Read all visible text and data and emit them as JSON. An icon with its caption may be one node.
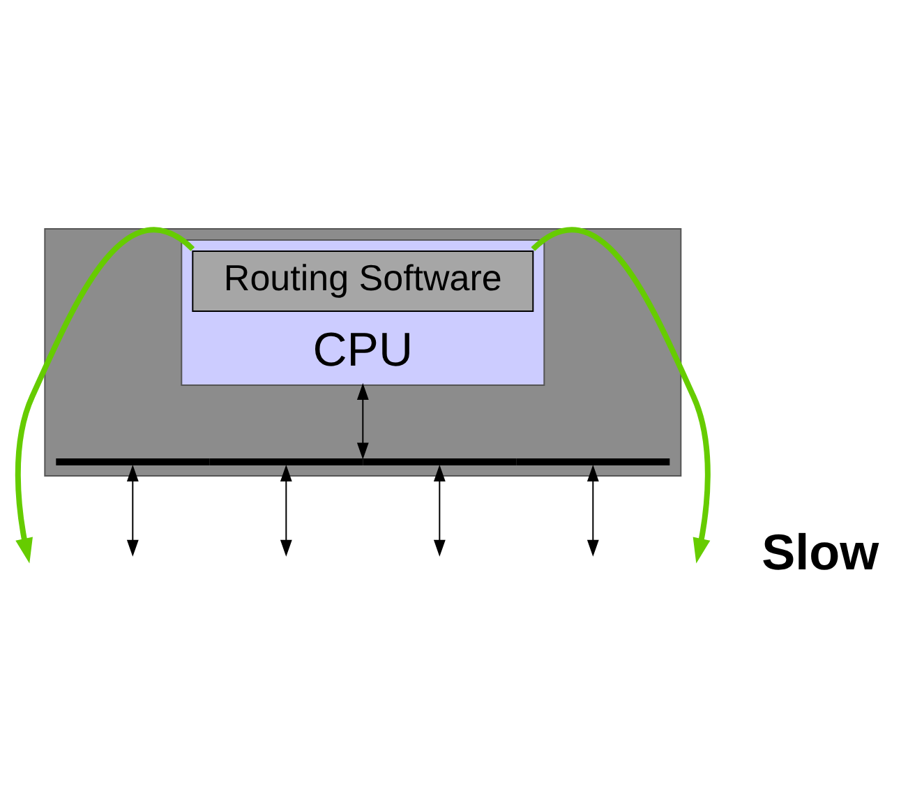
{
  "diagram": {
    "nodes": [
      {
        "text": [],
        "shape": "box"
      },
      {
        "text": [
          "CPU"
        ],
        "in": 0
      },
      {
        "text": [
          "Routing Software"
        ],
        "in": 1
      },
      {
        "text": [],
        "shape": "bar",
        "in": 0
      }
    ],
    "edges": [
      {
        "from": 1,
        "to": 3,
        "arrow": "both"
      },
      {
        "from": 2,
        "to": null,
        "arrow": "to",
        "style": "thick",
        "color": "#66cc00"
      },
      {
        "from": 3,
        "to": null,
        "arrow": "both"
      },
      {
        "from": 3,
        "to": null,
        "arrow": "both"
      },
      {
        "from": 3,
        "to": null,
        "arrow": "both"
      },
      {
        "from": 3,
        "to": null,
        "arrow": "both"
      },
      {
        "from": 2,
        "to": null,
        "arrow": "to",
        "style": "thick",
        "color": "#66cc00"
      }
    ],
    "labels": [
      "Slow"
    ]
  }
}
